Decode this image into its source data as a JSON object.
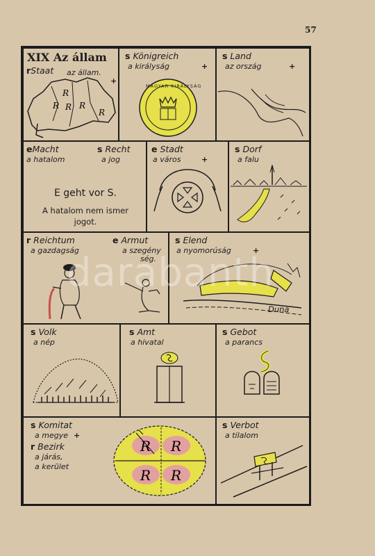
{
  "page_number": "57",
  "watermark": "darabanth",
  "cells": {
    "allam": {
      "title": "XIX Az állam",
      "article": "r",
      "german": "Staat",
      "hungarian": "az állam.",
      "plus": "+",
      "map_letters": [
        "R",
        "R",
        "R",
        "R",
        "R"
      ]
    },
    "konigreich": {
      "article": "s",
      "german": "Königreich",
      "hungarian": "a királyság",
      "plus": "+",
      "seal_text": "MAGYAR KIRÁLYSÁG"
    },
    "land": {
      "article": "s",
      "german": "Land",
      "hungarian": "az ország",
      "plus": "+"
    },
    "macht": {
      "article": "e",
      "german": "Macht",
      "hungarian": "a hatalom"
    },
    "recht": {
      "article": "s",
      "german": "Recht",
      "hungarian": "a jog"
    },
    "proverb": {
      "line1": "E geht vor S.",
      "line2": "A hatalom nem ismer",
      "line3": "jogot."
    },
    "stadt": {
      "article": "e",
      "german": "Stadt",
      "hungarian": "a város",
      "plus": "+"
    },
    "dorf": {
      "article": "s",
      "german": "Dorf",
      "hungarian": "a falu"
    },
    "reichtum": {
      "article": "r",
      "german": "Reichtum",
      "hungarian": "a gazdagság"
    },
    "armut": {
      "article": "e",
      "german": "Armut",
      "hungarian": "a szegény",
      "hungarian2": "ség."
    },
    "elend": {
      "article": "s",
      "german": "Elend",
      "hungarian": "a nyomorúság",
      "plus": "+",
      "river": "Duna"
    },
    "volk": {
      "article": "s",
      "german": "Volk",
      "hungarian": "a nép"
    },
    "amt": {
      "article": "s",
      "german": "Amt",
      "hungarian": "a hivatal"
    },
    "gebot": {
      "article": "s",
      "german": "Gebot",
      "hungarian": "a parancs"
    },
    "komitat": {
      "article": "s",
      "german": "Komitat",
      "hungarian": "a megye",
      "plus": "+",
      "article2": "r",
      "german2": "Bezirk",
      "hungarian2": "a járás,",
      "hungarian3": "a kerület",
      "letters": [
        "R",
        "R",
        "R",
        "R"
      ]
    },
    "verbot": {
      "article": "s",
      "german": "Verbot",
      "hungarian": "a tilalom"
    }
  },
  "colors": {
    "paper": "#d8c6ab",
    "ink": "#1c1c1c",
    "yellow": "#e6e04a",
    "pink": "#e3a0a0",
    "red": "#c8504f"
  }
}
